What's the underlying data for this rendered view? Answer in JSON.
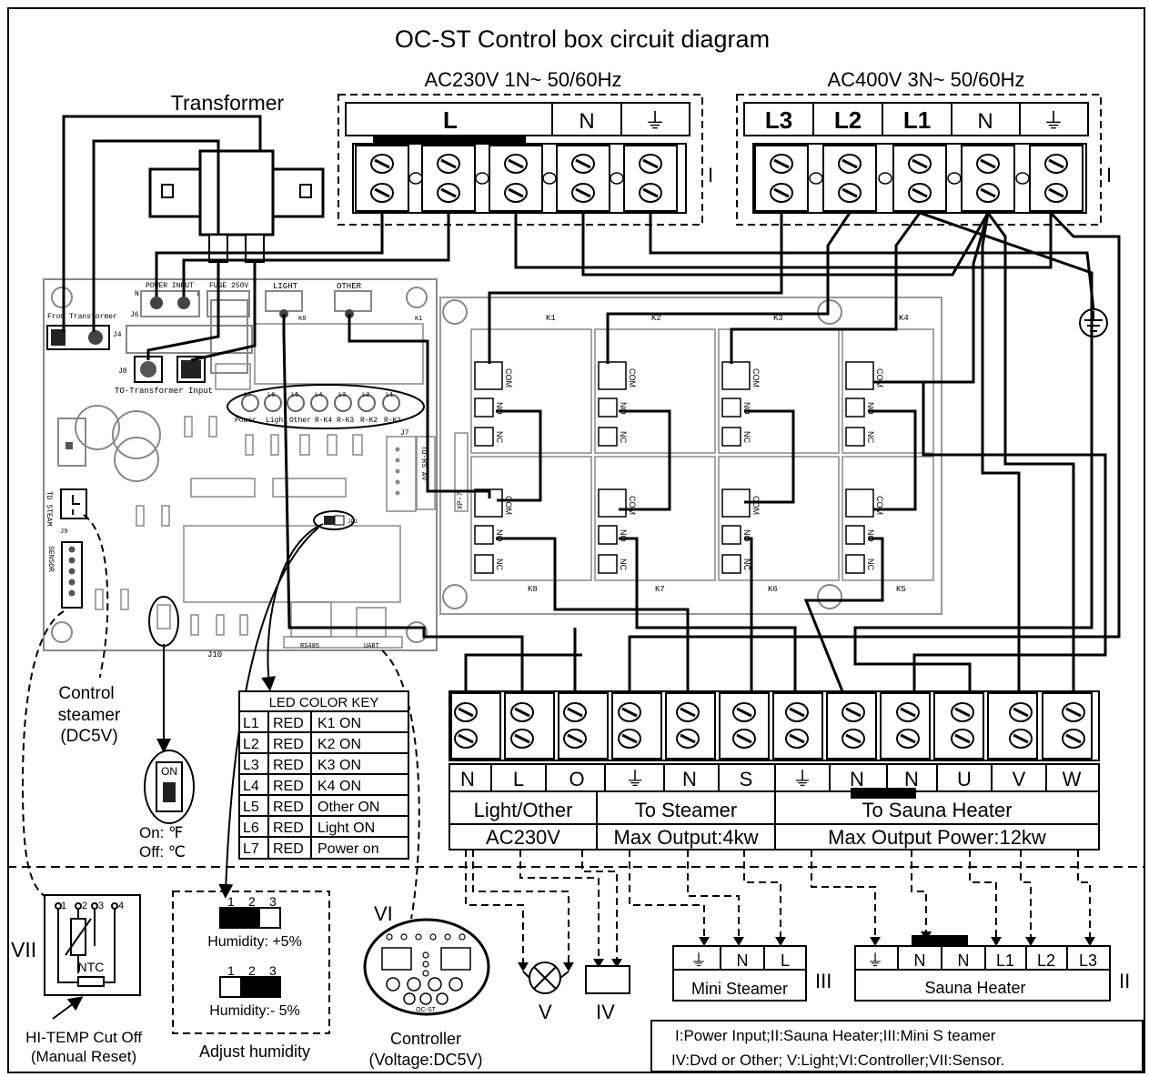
{
  "title": "OC-ST Control  box  circuit diagram",
  "power_1ph": {
    "label": "AC230V  1N~ 50/60Hz",
    "terminals": [
      "L",
      "N",
      "⏚"
    ],
    "roman": "I"
  },
  "power_3ph": {
    "label": "AC400V  3N~ 50/60Hz",
    "terminals": [
      "L3",
      "L2",
      "L1",
      "N",
      "⏚"
    ],
    "roman": "I"
  },
  "transformer": {
    "label": "Transformer"
  },
  "pcb": {
    "labels": {
      "from_transformer": "From Transformer",
      "j4": "J4",
      "power_input": "POWER INPUT",
      "fuse": "FUSE 250V",
      "j6": "J6",
      "n": "N",
      "l": "L",
      "light": "LIGHT",
      "other": "OTHER",
      "k8": "K8",
      "k1": "K1",
      "j8": "J8",
      "to_transformer_input": "TO-Transformer Input",
      "td_steam": "TD STEAM",
      "sensor": "SENSOR",
      "j9": "J9",
      "j7": "J7",
      "td_rs": "TD-RS AV",
      "xp7": "XP-7",
      "j10": "J10",
      "jp1": "JP1",
      "rs485": "RS485",
      "uart": "UART"
    },
    "led_labels": [
      "Power",
      "Light",
      "Other",
      "R-K4",
      "R-K3",
      "R-K2",
      "R-K1"
    ],
    "led_ids": [
      "L7",
      "L6",
      "L5",
      "L4",
      "L3",
      "L2",
      "L1"
    ]
  },
  "relay_board": {
    "relays_top": [
      "K1",
      "K2",
      "K3",
      "K4"
    ],
    "relays_bottom": [
      "K8",
      "K7",
      "K6",
      "K5"
    ],
    "contacts": [
      "COM",
      "NO",
      "NC"
    ]
  },
  "led_color_key": {
    "title": "LED COLOR KEY",
    "rows": [
      {
        "id": "L1",
        "color": "RED",
        "desc": "K1 ON"
      },
      {
        "id": "L2",
        "color": "RED",
        "desc": "K2 ON"
      },
      {
        "id": "L3",
        "color": "RED",
        "desc": "K3 ON"
      },
      {
        "id": "L4",
        "color": "RED",
        "desc": "K4 ON"
      },
      {
        "id": "L5",
        "color": "RED",
        "desc": "Other  ON"
      },
      {
        "id": "L6",
        "color": "RED",
        "desc": "Light ON"
      },
      {
        "id": "L7",
        "color": "RED",
        "desc": "Power on"
      }
    ]
  },
  "control_steamer": {
    "line1": "Control",
    "line2": "steamer",
    "line3": "(DC5V)"
  },
  "switch": {
    "on_text": "ON",
    "on_label": "On:  ℉",
    "off_label": "Off:  ℃"
  },
  "output_terminals": {
    "labels": [
      "N",
      "L",
      "O",
      "⏚",
      "N",
      "S",
      "⏚",
      "N",
      "N",
      "U",
      "V",
      "W"
    ],
    "group1_name": "Light/Other",
    "group1_spec": "AC230V",
    "group2_name": "To  Steamer",
    "group2_spec": "Max Output:4kw",
    "group3_name": "To Sauna Heater",
    "group3_spec": "Max Output Power:12kw"
  },
  "sensor": {
    "roman": "VII",
    "pins": [
      "1",
      "2",
      "3",
      "4"
    ],
    "ntc": "NTC",
    "caption1": "HI-TEMP Cut Off",
    "caption2": "(Manual Reset)"
  },
  "humidity": {
    "pins": [
      "1",
      "2",
      "3"
    ],
    "plus": "Humidity: +5%",
    "minus": "Humidity:- 5%",
    "caption": "Adjust  humidity"
  },
  "controller": {
    "roman": "VI",
    "model": "OC-ST",
    "caption1": "Controller",
    "caption2": "(Voltage:DC5V)"
  },
  "light": {
    "roman": "V"
  },
  "other": {
    "roman": "IV"
  },
  "mini_steamer": {
    "terminals": [
      "⏚",
      "N",
      "L"
    ],
    "name": "Mini Steamer",
    "roman": "III"
  },
  "sauna_heater": {
    "terminals": [
      "⏚",
      "N",
      "N",
      "L1",
      "L2",
      "L3"
    ],
    "name": "Sauna Heater",
    "roman": "II"
  },
  "legend": {
    "line1": "I:Power  Input;II:Sauna  Heater;III:Mini S teamer",
    "line2": "IV:Dvd or Other;  V:Light;VI:Controller;VII:Sensor."
  }
}
